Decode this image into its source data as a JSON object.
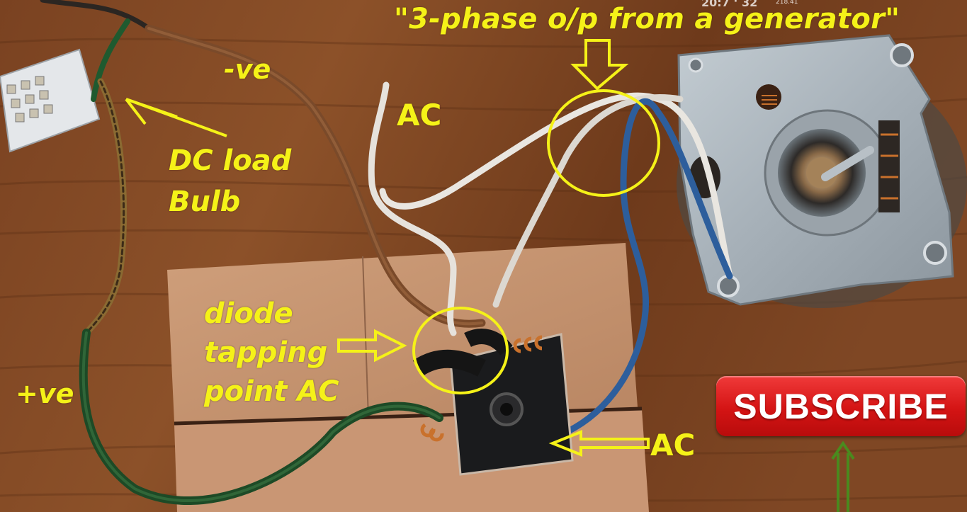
{
  "annotations": {
    "title": "\"3-phase o/p from a generator\"",
    "negative": "-ve",
    "ac_top": "AC",
    "dc_load_line1": "DC load",
    "dc_load_line2": "Bulb",
    "diode_line1": "diode",
    "diode_line2": "tapping",
    "diode_line3": "point  AC",
    "positive": "+ve",
    "ac_bottom": "AC"
  },
  "overlay": {
    "subscribe_label": "SUBSCRIBE",
    "corner_text": "20:7 ‘ 32",
    "corner_small": "218.41"
  },
  "colors": {
    "annotation_yellow": "#f5f218",
    "subscribe_red": "#d41414",
    "arrow_green": "#4a8a1e"
  }
}
